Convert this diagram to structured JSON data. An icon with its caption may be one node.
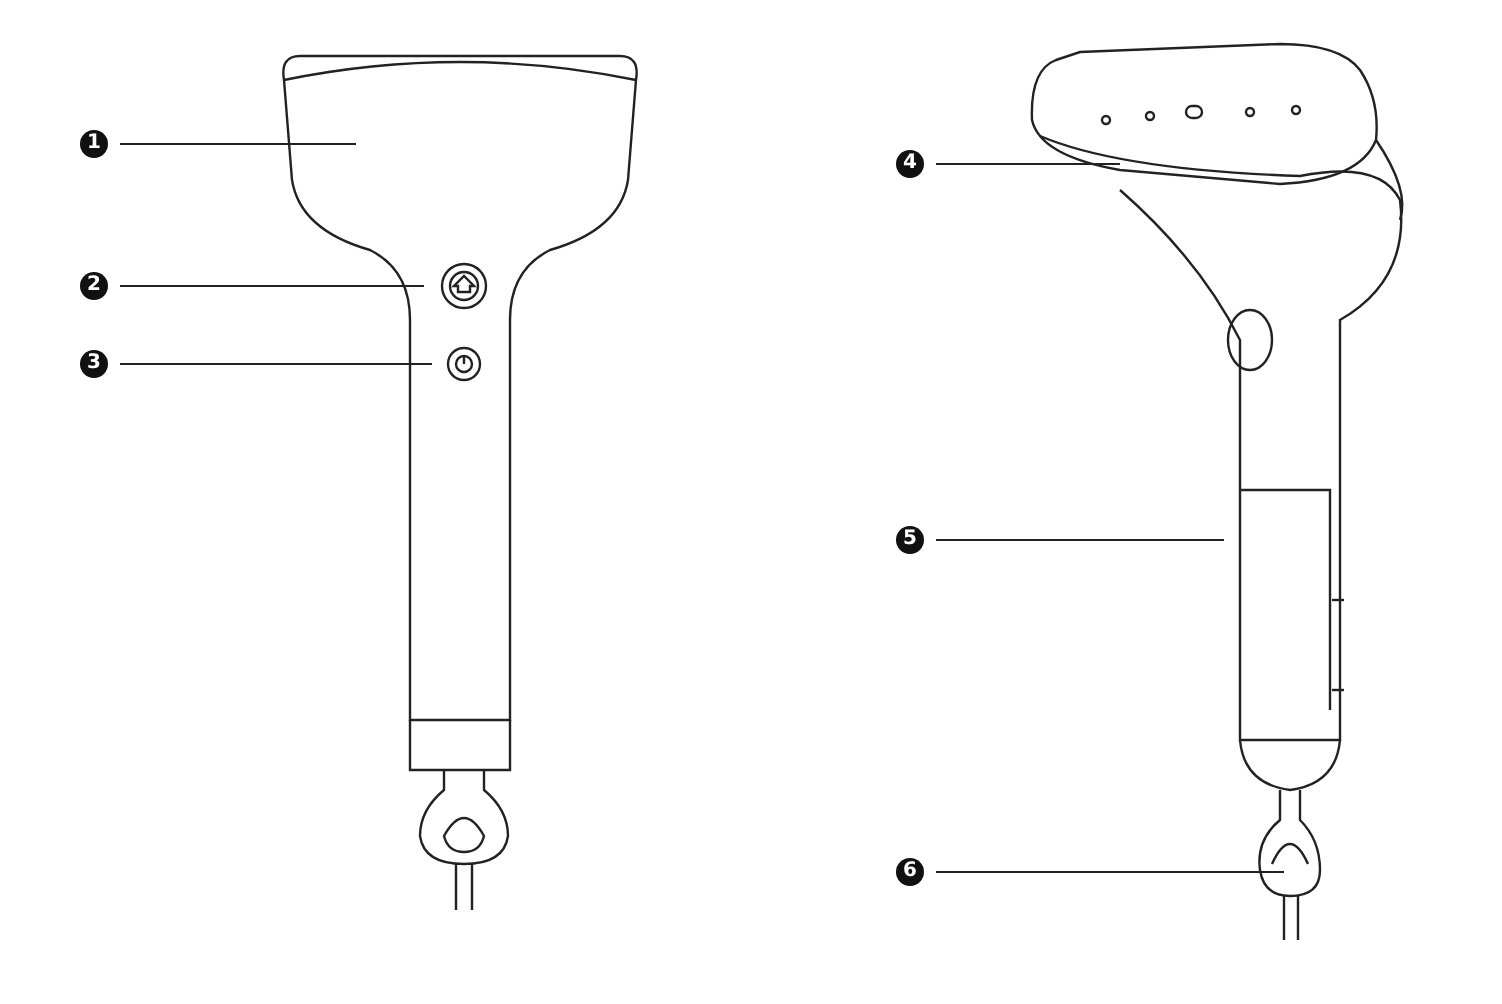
{
  "diagram": {
    "nodes": [
      {
        "text": [
          "1"
        ]
      },
      {
        "text": [
          "2"
        ]
      },
      {
        "text": [
          "3"
        ]
      },
      {
        "text": [
          "4"
        ]
      },
      {
        "text": [
          "5"
        ]
      },
      {
        "text": [
          "6"
        ]
      }
    ],
    "edges": [
      {
        "from": 0,
        "to": null,
        "arrow": "none"
      },
      {
        "from": 1,
        "to": null,
        "arrow": "none"
      },
      {
        "from": 2,
        "to": null,
        "arrow": "none"
      },
      {
        "from": 3,
        "to": null,
        "arrow": "none"
      },
      {
        "from": 4,
        "to": null,
        "arrow": "none"
      },
      {
        "from": 5,
        "to": null,
        "arrow": "none"
      }
    ]
  }
}
